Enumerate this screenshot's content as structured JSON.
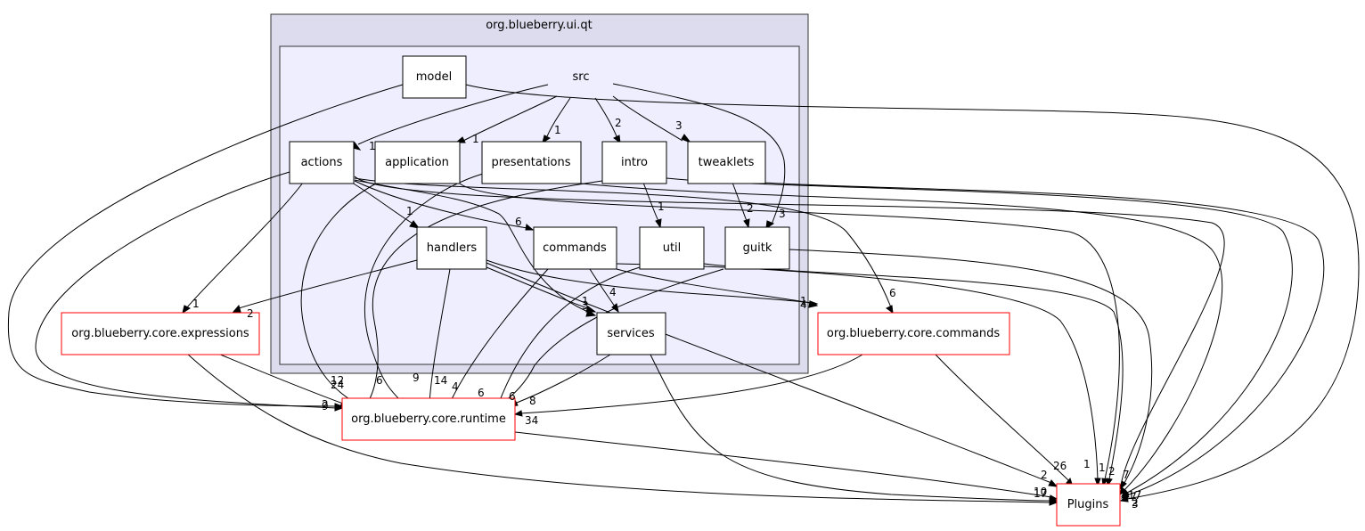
{
  "diagram": {
    "clusters": {
      "outer": {
        "label": "org.blueberry.ui.qt",
        "fill": "#dcdcee",
        "stroke": "#333333"
      },
      "inner": {
        "label": "",
        "fill": "#eeeeff",
        "stroke": "#333333"
      }
    },
    "nodes": {
      "src": {
        "label": "src"
      },
      "model": {
        "label": "model"
      },
      "actions": {
        "label": "actions"
      },
      "application": {
        "label": "application"
      },
      "presentations": {
        "label": "presentations"
      },
      "intro": {
        "label": "intro"
      },
      "tweaklets": {
        "label": "tweaklets"
      },
      "handlers": {
        "label": "handlers"
      },
      "commands": {
        "label": "commands"
      },
      "util": {
        "label": "util"
      },
      "guitk": {
        "label": "guitk"
      },
      "services": {
        "label": "services"
      },
      "expressions": {
        "label": "org.blueberry.core.expressions"
      },
      "core_commands": {
        "label": "org.blueberry.core.commands"
      },
      "runtime": {
        "label": "org.blueberry.core.runtime"
      },
      "plugins": {
        "label": "Plugins"
      }
    },
    "edge_labels": {
      "src_actions": "1",
      "src_application": "1",
      "src_presentations": "1",
      "src_intro": "2",
      "src_tweaklets": "3",
      "src_guitk": "3",
      "actions_handlers": "1",
      "actions_commands": "6",
      "actions_expressions": "1",
      "intro_util": "1",
      "tweaklets_guitk": "2",
      "commands_services": "4",
      "handlers_services": "1",
      "actions_services": "3",
      "handlers_expressions": "2",
      "actions_core_commands": "6",
      "handlers_core_commands": "1",
      "commands_core_commands": "4",
      "expressions_runtime_a": "12",
      "expressions_runtime_b": "24",
      "runtime_left_a": "2",
      "runtime_left_b": "9",
      "application_runtime": "6",
      "presentations_runtime": "9",
      "handlers_runtime": "14",
      "commands_runtime": "4",
      "util_runtime": "6",
      "guitk_runtime": "6",
      "services_runtime": "8",
      "core_commands_runtime": "34",
      "plugins_left_a": "2",
      "plugins_left_b": "10",
      "plugins_left_c": "17",
      "core_commands_plugins": "26",
      "handlers_plugins": "1",
      "commands_plugins": "1",
      "util_plugins": "2",
      "guitk_plugins": "7",
      "plugins_right_a": "17",
      "plugins_right_b": "7",
      "plugins_right_c": "2",
      "plugins_right_d": "3"
    }
  }
}
